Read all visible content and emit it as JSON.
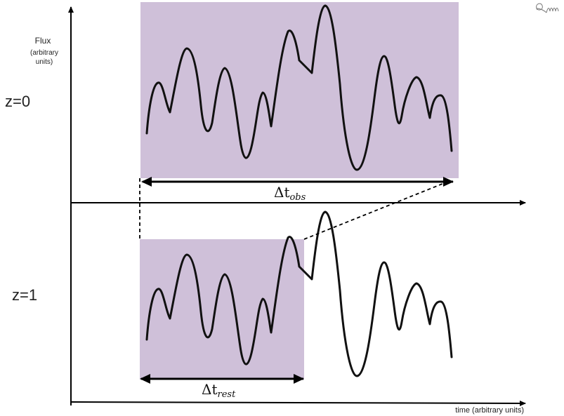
{
  "y_axis": {
    "label": "Flux",
    "sublabel_1": "(arbitrary",
    "sublabel_2": "units)"
  },
  "x_axis": {
    "label": "time (arbitrary units)"
  },
  "panels": [
    {
      "redshift_label": "z=0",
      "interval_label": "Δt",
      "interval_subscript": "obs"
    },
    {
      "redshift_label": "z=1",
      "interval_label": "Δt",
      "interval_subscript": "rest"
    }
  ],
  "signature": "RM",
  "colors": {
    "highlight": "#cfc0d9",
    "curve": "#111111",
    "axis": "#000000"
  }
}
